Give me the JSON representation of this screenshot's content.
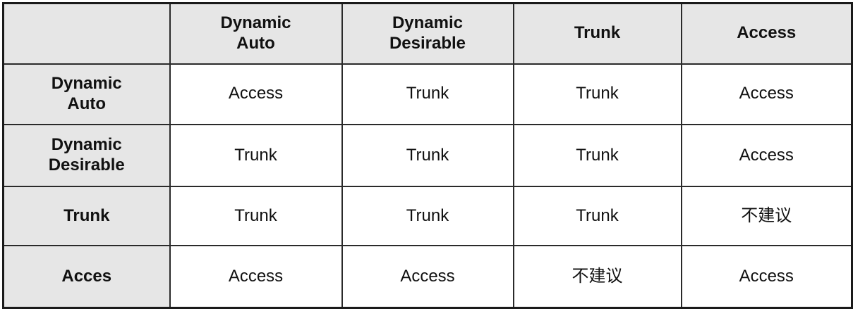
{
  "table": {
    "columns": [
      "",
      "Dynamic\nAuto",
      "Dynamic\nDesirable",
      "Trunk",
      "Access"
    ],
    "rows": [
      {
        "label": "Dynamic\nAuto",
        "cells": [
          "Access",
          "Trunk",
          "Trunk",
          "Access"
        ]
      },
      {
        "label": "Dynamic\nDesirable",
        "cells": [
          "Trunk",
          "Trunk",
          "Trunk",
          "Access"
        ]
      },
      {
        "label": "Trunk",
        "cells": [
          "Trunk",
          "Trunk",
          "Trunk",
          "不建议"
        ]
      },
      {
        "label": "Acces",
        "cells": [
          "Access",
          "Access",
          "不建议",
          "Access"
        ]
      }
    ]
  },
  "colors": {
    "header_bg": "#e6e6e6",
    "cell_bg": "#ffffff",
    "border": "#2a2a2a",
    "text": "#111111"
  }
}
